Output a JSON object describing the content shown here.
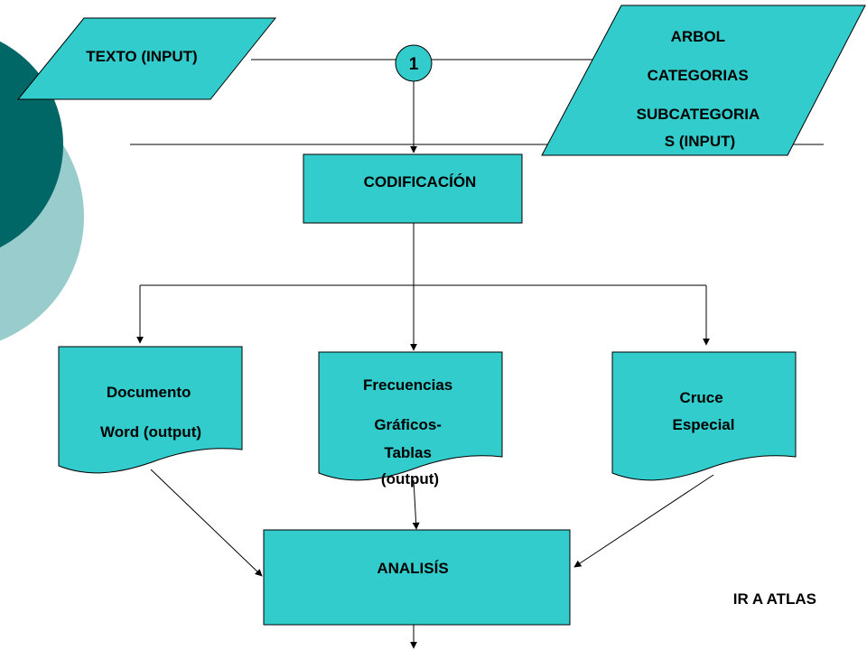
{
  "diagram": {
    "input_text": "TEXTO (INPUT)",
    "connector_number": "1",
    "input_tree": [
      "ARBOL",
      "CATEGORIAS",
      "SUBCATEGORIA",
      "S (INPUT)"
    ],
    "coding": "CODIFICACÍÓN",
    "output_word": [
      "Documento",
      "Word (output)"
    ],
    "output_freq": [
      "Frecuencias",
      "Gráficos-",
      "Tablas",
      "(output)"
    ],
    "output_cross": [
      "Cruce",
      "Especial"
    ],
    "analysis": "ANALISÍS",
    "link_atlas": "IR A ATLAS"
  },
  "colors": {
    "shape_fill": "#33cccc",
    "decor_dark": "#006666",
    "decor_light": "#99cccc"
  }
}
